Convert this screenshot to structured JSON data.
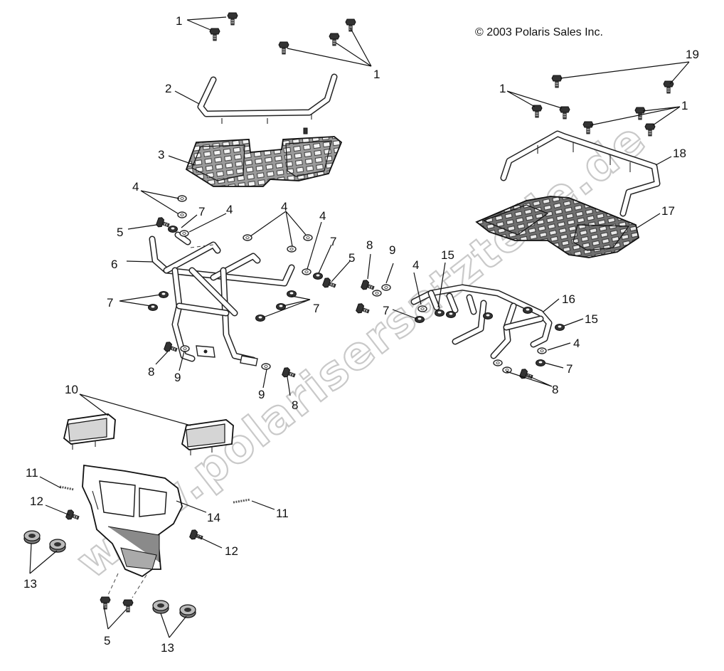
{
  "copyright": "© 2003 Polaris Sales Inc.",
  "watermark": "www.polarisersatzteile.de",
  "labels": {
    "l1a": "1",
    "l1b": "1",
    "l1c": "1",
    "l1d": "1",
    "l2": "2",
    "l3": "3",
    "l4a": "4",
    "l4b": "4",
    "l4c": "4",
    "l4d": "4",
    "l4e": "4",
    "l4f": "4",
    "l5a": "5",
    "l5b": "5",
    "l5c": "5",
    "l6": "6",
    "l7a": "7",
    "l7b": "7",
    "l7c": "7",
    "l7d": "7",
    "l7e": "7",
    "l7f": "7",
    "l8a": "8",
    "l8b": "8",
    "l8c": "8",
    "l8d": "8",
    "l9a": "9",
    "l9b": "9",
    "l9c": "9",
    "l10": "10",
    "l11a": "11",
    "l11b": "11",
    "l12a": "12",
    "l12b": "12",
    "l13a": "13",
    "l13b": "13",
    "l14": "14",
    "l15a": "15",
    "l15b": "15",
    "l16": "16",
    "l17": "17",
    "l18": "18",
    "l19": "19"
  }
}
